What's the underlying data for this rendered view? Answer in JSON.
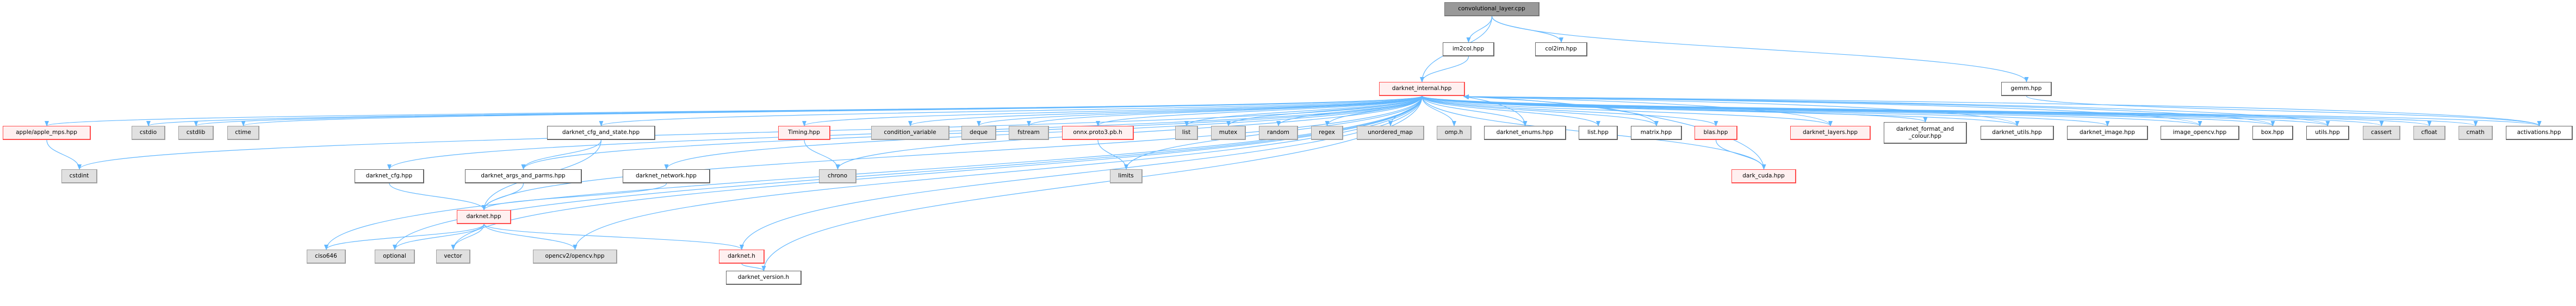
{
  "colors": {
    "edge": "#63b8ff",
    "red_border": "#ff4d4d",
    "red_fill": "#fff0f0",
    "gray_fill": "#e0e0e0",
    "root_fill": "#999999"
  },
  "nodes": [
    {
      "id": "conv",
      "label": "convolutional_layer.cpp",
      "style": "root"
    },
    {
      "id": "im2col",
      "label": "im2col.hpp",
      "style": "white"
    },
    {
      "id": "col2im",
      "label": "col2im.hpp",
      "style": "white"
    },
    {
      "id": "internal",
      "label": "darknet_internal.hpp",
      "style": "red"
    },
    {
      "id": "gemm",
      "label": "gemm.hpp",
      "style": "white"
    },
    {
      "id": "apple",
      "label": "apple/apple_mps.hpp",
      "style": "red"
    },
    {
      "id": "cstdint",
      "label": "cstdint",
      "style": "gray"
    },
    {
      "id": "cstdio",
      "label": "cstdio",
      "style": "gray"
    },
    {
      "id": "cstdlib",
      "label": "cstdlib",
      "style": "gray"
    },
    {
      "id": "ctime",
      "label": "ctime",
      "style": "gray"
    },
    {
      "id": "cfg",
      "label": "darknet_cfg.hpp",
      "style": "white"
    },
    {
      "id": "args",
      "label": "darknet_args_and_parms.hpp",
      "style": "white"
    },
    {
      "id": "cfgstate",
      "label": "darknet_cfg_and_state.hpp",
      "style": "white"
    },
    {
      "id": "network",
      "label": "darknet_network.hpp",
      "style": "white"
    },
    {
      "id": "darknethpp",
      "label": "darknet.hpp",
      "style": "red"
    },
    {
      "id": "ciso646",
      "label": "ciso646",
      "style": "gray"
    },
    {
      "id": "optional",
      "label": "optional",
      "style": "gray"
    },
    {
      "id": "vector",
      "label": "vector",
      "style": "gray"
    },
    {
      "id": "opencv",
      "label": "opencv2/opencv.hpp",
      "style": "gray"
    },
    {
      "id": "darkneth",
      "label": "darknet.h",
      "style": "red"
    },
    {
      "id": "version",
      "label": "darknet_version.h",
      "style": "white"
    },
    {
      "id": "timing",
      "label": "Timing.hpp",
      "style": "red"
    },
    {
      "id": "chrono",
      "label": "chrono",
      "style": "gray"
    },
    {
      "id": "condvar",
      "label": "condition_variable",
      "style": "gray"
    },
    {
      "id": "deque",
      "label": "deque",
      "style": "gray"
    },
    {
      "id": "fstream",
      "label": "fstream",
      "style": "gray"
    },
    {
      "id": "onnx",
      "label": "onnx.proto3.pb.h",
      "style": "red"
    },
    {
      "id": "limits",
      "label": "limits",
      "style": "gray"
    },
    {
      "id": "list",
      "label": "list",
      "style": "gray"
    },
    {
      "id": "mutex",
      "label": "mutex",
      "style": "gray"
    },
    {
      "id": "random",
      "label": "random",
      "style": "gray"
    },
    {
      "id": "regex",
      "label": "regex",
      "style": "gray"
    },
    {
      "id": "umap",
      "label": "unordered_map",
      "style": "gray"
    },
    {
      "id": "omp",
      "label": "omp.h",
      "style": "gray"
    },
    {
      "id": "enums",
      "label": "darknet_enums.hpp",
      "style": "white"
    },
    {
      "id": "listhpp",
      "label": "list.hpp",
      "style": "white"
    },
    {
      "id": "matrix",
      "label": "matrix.hpp",
      "style": "white"
    },
    {
      "id": "blas",
      "label": "blas.hpp",
      "style": "red"
    },
    {
      "id": "darkcuda",
      "label": "dark_cuda.hpp",
      "style": "red"
    },
    {
      "id": "layers",
      "label": "darknet_layers.hpp",
      "style": "red"
    },
    {
      "id": "format",
      "label": "darknet_format_and\n_colour.hpp",
      "style": "white"
    },
    {
      "id": "dutils",
      "label": "darknet_utils.hpp",
      "style": "white"
    },
    {
      "id": "dimage",
      "label": "darknet_image.hpp",
      "style": "white"
    },
    {
      "id": "imgcv",
      "label": "image_opencv.hpp",
      "style": "white"
    },
    {
      "id": "box",
      "label": "box.hpp",
      "style": "white"
    },
    {
      "id": "utils",
      "label": "utils.hpp",
      "style": "white"
    },
    {
      "id": "cassert",
      "label": "cassert",
      "style": "gray"
    },
    {
      "id": "cfloat",
      "label": "cfloat",
      "style": "gray"
    },
    {
      "id": "cmath",
      "label": "cmath",
      "style": "gray"
    },
    {
      "id": "activations",
      "label": "activations.hpp",
      "style": "white"
    }
  ],
  "edges": [
    [
      "conv",
      "internal"
    ],
    [
      "conv",
      "im2col"
    ],
    [
      "conv",
      "col2im"
    ],
    [
      "conv",
      "gemm"
    ],
    [
      "im2col",
      "internal"
    ],
    [
      "gemm",
      "activations"
    ],
    [
      "internal",
      "apple"
    ],
    [
      "internal",
      "cstdint"
    ],
    [
      "internal",
      "cstdio"
    ],
    [
      "internal",
      "cstdlib"
    ],
    [
      "internal",
      "ctime"
    ],
    [
      "internal",
      "ciso646"
    ],
    [
      "internal",
      "optional"
    ],
    [
      "internal",
      "vector"
    ],
    [
      "internal",
      "cfg"
    ],
    [
      "internal",
      "darknethpp"
    ],
    [
      "internal",
      "args"
    ],
    [
      "internal",
      "cfgstate"
    ],
    [
      "internal",
      "network"
    ],
    [
      "internal",
      "opencv"
    ],
    [
      "internal",
      "darkneth"
    ],
    [
      "internal",
      "version"
    ],
    [
      "internal",
      "timing"
    ],
    [
      "internal",
      "chrono"
    ],
    [
      "internal",
      "condvar"
    ],
    [
      "internal",
      "deque"
    ],
    [
      "internal",
      "fstream"
    ],
    [
      "internal",
      "onnx"
    ],
    [
      "internal",
      "limits"
    ],
    [
      "internal",
      "list"
    ],
    [
      "internal",
      "mutex"
    ],
    [
      "internal",
      "random"
    ],
    [
      "internal",
      "regex"
    ],
    [
      "internal",
      "umap"
    ],
    [
      "internal",
      "omp"
    ],
    [
      "internal",
      "enums"
    ],
    [
      "internal",
      "listhpp"
    ],
    [
      "internal",
      "matrix"
    ],
    [
      "internal",
      "blas"
    ],
    [
      "internal",
      "darkcuda"
    ],
    [
      "internal",
      "layers"
    ],
    [
      "internal",
      "format"
    ],
    [
      "internal",
      "dutils"
    ],
    [
      "internal",
      "dimage"
    ],
    [
      "internal",
      "imgcv"
    ],
    [
      "internal",
      "box"
    ],
    [
      "internal",
      "utils"
    ],
    [
      "internal",
      "cassert"
    ],
    [
      "internal",
      "cfloat"
    ],
    [
      "internal",
      "cmath"
    ],
    [
      "internal",
      "activations"
    ],
    [
      "apple",
      "cstdint"
    ],
    [
      "cfgstate",
      "args"
    ],
    [
      "cfgstate",
      "darknethpp"
    ],
    [
      "cfg",
      "darknethpp"
    ],
    [
      "args",
      "darknethpp"
    ],
    [
      "network",
      "darknethpp"
    ],
    [
      "darknethpp",
      "ciso646"
    ],
    [
      "darknethpp",
      "optional"
    ],
    [
      "darknethpp",
      "vector"
    ],
    [
      "darknethpp",
      "opencv"
    ],
    [
      "darknethpp",
      "darkneth"
    ],
    [
      "darkneth",
      "version"
    ],
    [
      "timing",
      "chrono"
    ],
    [
      "onnx",
      "limits"
    ],
    [
      "blas",
      "darkcuda"
    ],
    [
      "darkcuda",
      "internal"
    ],
    [
      "enums",
      "internal"
    ],
    [
      "matrix",
      "internal"
    ],
    [
      "layers",
      "internal"
    ],
    [
      "dutils",
      "internal"
    ],
    [
      "imgcv",
      "internal"
    ],
    [
      "box",
      "internal"
    ],
    [
      "utils",
      "internal"
    ],
    [
      "activations",
      "internal"
    ]
  ]
}
